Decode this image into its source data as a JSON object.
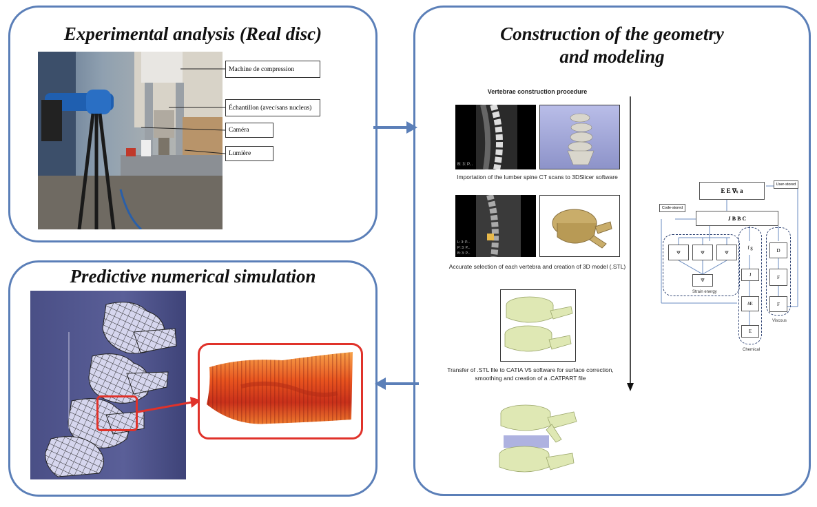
{
  "panels": {
    "experimental": {
      "title": "Experimental analysis (Real disc)",
      "labels": [
        "Machine de compression",
        "Échantillon (avec/sans nucleus)",
        "Caméra",
        "Lumière"
      ]
    },
    "construction": {
      "title_line1": "Construction of the geometry",
      "title_line2": "and modeling",
      "procedure_title": "Vertebrae construction procedure",
      "step1_caption": "Importation of the lumber spine CT scans to 3DSlicer software",
      "step2_caption": "Accurate selection of each vertebra and creation of 3D model (.STL)",
      "step3_caption_line1": "Transfer of .STL file to CATIA V5 software for surface correction,",
      "step3_caption_line2": "smoothing and creation of a .CATPART file",
      "flow": {
        "user_stored": "User-stored",
        "code_stored": "Code-stored",
        "strain_energy": "Strain energy",
        "chemical": "Chemical",
        "viscous": "Viscous",
        "top_node": "E  E  ∇ₜ  a",
        "node_b": "J  B  B  C",
        "psi1": "Ψ",
        "psi2": "Ψ",
        "psi3": "Ψ",
        "psi_sum": "Ψ",
        "fg": "f  g",
        "jc": "J",
        "dE": "δE",
        "Ec": "E",
        "D": "D",
        "F1": "F",
        "F2": "F"
      }
    },
    "simulation": {
      "title": "Predictive numerical simulation"
    }
  }
}
